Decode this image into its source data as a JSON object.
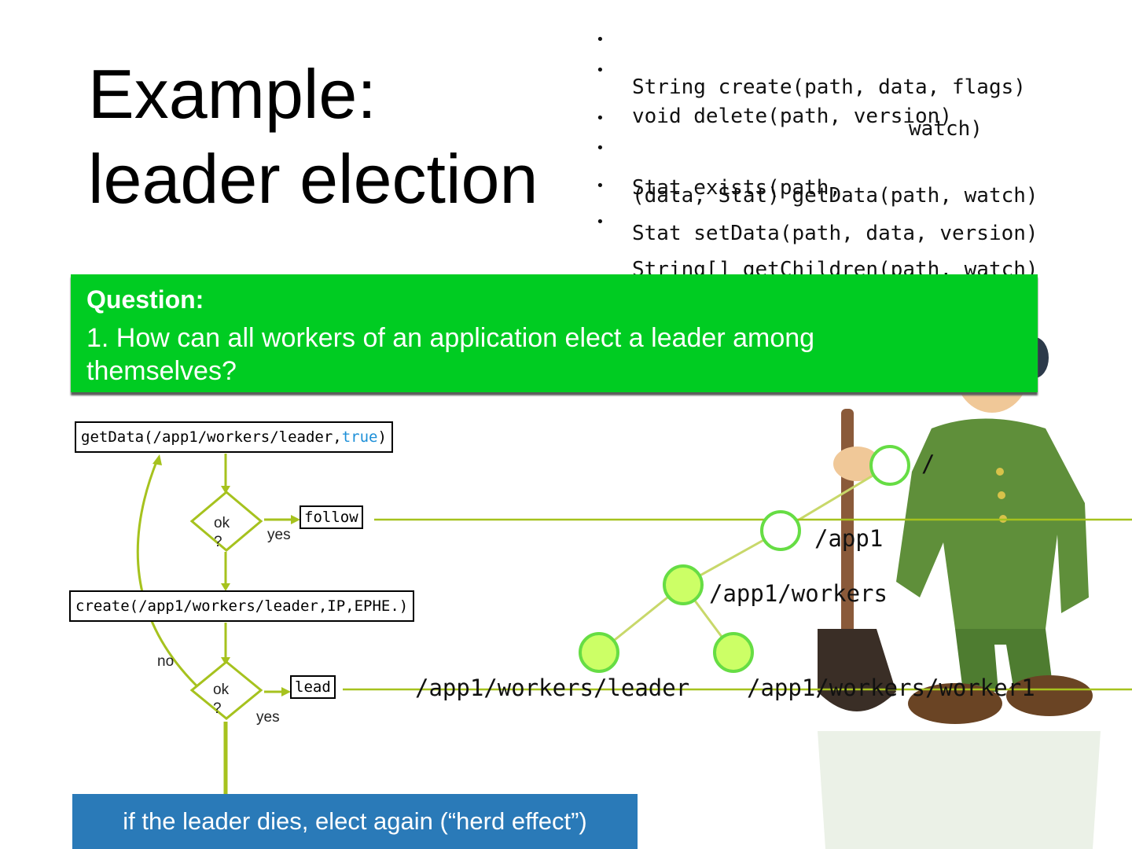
{
  "title": {
    "line1": "Example:",
    "line2": "leader election"
  },
  "api": [
    {
      "bullet": "•",
      "text": "String create(path, data, flags)"
    },
    {
      "bullet": "•",
      "text": "void delete(path, version)"
    },
    {
      "bullet": "•",
      "text": "Stat exists(path,"
    },
    {
      "bullet": "",
      "text": "watch)"
    },
    {
      "bullet": "•",
      "text": "(data, Stat) getData(path, watch)"
    },
    {
      "bullet": "•",
      "text": "Stat setData(path, data, version)"
    },
    {
      "bullet": "•",
      "text": "String[] getChildren(path, watch)"
    }
  ],
  "question": {
    "label": "Question:",
    "text": "1. How can all workers of an application elect a leader among  themselves?"
  },
  "flow": {
    "getdata_prefix": "getData(/app1/workers/leader,",
    "getdata_true": "true",
    "getdata_suffix": ")",
    "diamond1": "ok\n?",
    "follow": "follow",
    "yes1": "yes",
    "create": "create(/app1/workers/leader,IP,EPHE.)",
    "no": "no",
    "diamond2": "ok\n?",
    "lead": "lead",
    "yes2": "yes"
  },
  "tree": {
    "root": "/",
    "app1": "/app1",
    "workers": "/app1/workers",
    "leader": "/app1/workers/leader",
    "worker1": "/app1/workers/worker1"
  },
  "footer": "if the leader dies, elect again (“herd effect”)",
  "colors": {
    "question_bg": "#00cc22",
    "footer_bg": "#2a7ab8",
    "flow_line": "#a6c21e",
    "node_fill": "#ccff66",
    "node_stroke": "#66dd44",
    "true_word": "#1c8fd8"
  }
}
